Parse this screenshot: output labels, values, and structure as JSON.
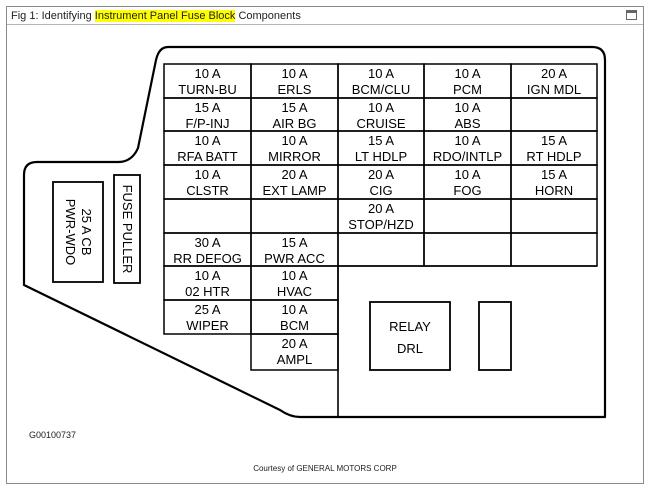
{
  "header": {
    "title_prefix": "Fig 1: Identifying ",
    "title_highlight": "Instrument Panel Fuse Block",
    "title_suffix": " Components"
  },
  "fuses": [
    {
      "row": 0,
      "col": 0,
      "amp": "10 A",
      "circuit": "TURN-BU"
    },
    {
      "row": 0,
      "col": 1,
      "amp": "10 A",
      "circuit": "ERLS"
    },
    {
      "row": 0,
      "col": 2,
      "amp": "10 A",
      "circuit": "BCM/CLU"
    },
    {
      "row": 0,
      "col": 3,
      "amp": "10 A",
      "circuit": "PCM"
    },
    {
      "row": 0,
      "col": 4,
      "amp": "20 A",
      "circuit": "IGN MDL"
    },
    {
      "row": 1,
      "col": 0,
      "amp": "15 A",
      "circuit": "F/P-INJ"
    },
    {
      "row": 1,
      "col": 1,
      "amp": "15 A",
      "circuit": "AIR BG"
    },
    {
      "row": 1,
      "col": 2,
      "amp": "10 A",
      "circuit": "CRUISE"
    },
    {
      "row": 1,
      "col": 3,
      "amp": "10 A",
      "circuit": "ABS"
    },
    {
      "row": 1,
      "col": 4,
      "amp": "",
      "circuit": ""
    },
    {
      "row": 2,
      "col": 0,
      "amp": "10 A",
      "circuit": "RFA BATT"
    },
    {
      "row": 2,
      "col": 1,
      "amp": "10 A",
      "circuit": "MIRROR"
    },
    {
      "row": 2,
      "col": 2,
      "amp": "15 A",
      "circuit": "LT HDLP"
    },
    {
      "row": 2,
      "col": 3,
      "amp": "10 A",
      "circuit": "RDO/INTLP"
    },
    {
      "row": 2,
      "col": 4,
      "amp": "15 A",
      "circuit": "RT HDLP"
    },
    {
      "row": 3,
      "col": 0,
      "amp": "10 A",
      "circuit": "CLSTR"
    },
    {
      "row": 3,
      "col": 1,
      "amp": "20 A",
      "circuit": "EXT LAMP"
    },
    {
      "row": 3,
      "col": 2,
      "amp": "20 A",
      "circuit": "CIG"
    },
    {
      "row": 3,
      "col": 3,
      "amp": "10 A",
      "circuit": "FOG"
    },
    {
      "row": 3,
      "col": 4,
      "amp": "15 A",
      "circuit": "HORN"
    },
    {
      "row": 4,
      "col": 0,
      "amp": "",
      "circuit": ""
    },
    {
      "row": 4,
      "col": 1,
      "amp": "",
      "circuit": ""
    },
    {
      "row": 4,
      "col": 2,
      "amp": "20 A",
      "circuit": "STOP/HZD"
    },
    {
      "row": 4,
      "col": 3,
      "amp": "",
      "circuit": ""
    },
    {
      "row": 4,
      "col": 4,
      "amp": "",
      "circuit": ""
    },
    {
      "row": 5,
      "col": 0,
      "amp": "30 A",
      "circuit": "RR DEFOG"
    },
    {
      "row": 5,
      "col": 1,
      "amp": "15 A",
      "circuit": "PWR ACC"
    },
    {
      "row": 5,
      "col": 2,
      "amp": "",
      "circuit": ""
    },
    {
      "row": 5,
      "col": 3,
      "amp": "",
      "circuit": ""
    },
    {
      "row": 5,
      "col": 4,
      "amp": "",
      "circuit": ""
    },
    {
      "row": 6,
      "col": 0,
      "amp": "10 A",
      "circuit": "02 HTR"
    },
    {
      "row": 6,
      "col": 1,
      "amp": "10 A",
      "circuit": "HVAC"
    },
    {
      "row": 7,
      "col": 0,
      "amp": "25 A",
      "circuit": "WIPER"
    },
    {
      "row": 7,
      "col": 1,
      "amp": "10 A",
      "circuit": "BCM"
    },
    {
      "row": 8,
      "col": 1,
      "amp": "20 A",
      "circuit": "AMPL"
    }
  ],
  "side_labels": {
    "circuit_breaker_line1": "25 A CB",
    "circuit_breaker_line2": "PWR-WDO",
    "fuse_puller": "FUSE PULLER"
  },
  "relay": {
    "line1": "RELAY",
    "line2": "DRL"
  },
  "figure_code": "G00100737",
  "credit": "Courtesy of GENERAL MOTORS CORP"
}
